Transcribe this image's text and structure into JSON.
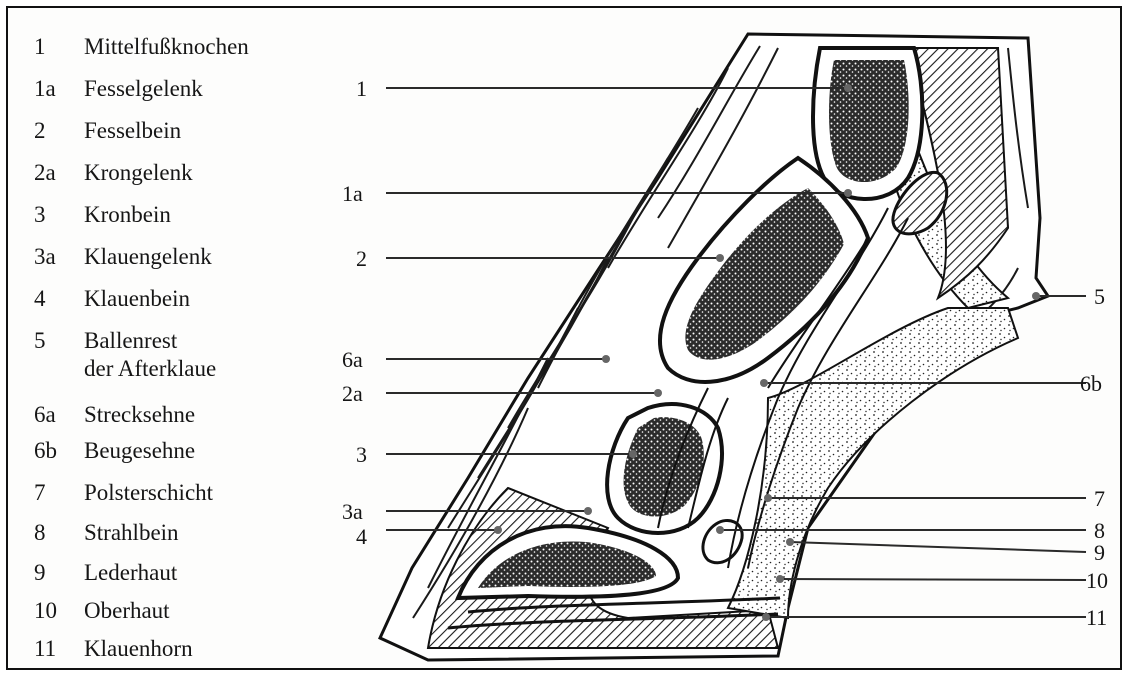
{
  "legend": {
    "items": [
      {
        "num": "1",
        "text": "Mittelfußknochen"
      },
      {
        "num": "1a",
        "text": "Fesselgelenk"
      },
      {
        "num": "2",
        "text": "Fesselbein"
      },
      {
        "num": "2a",
        "text": "Krongelenk"
      },
      {
        "num": "3",
        "text": "Kronbein"
      },
      {
        "num": "3a",
        "text": "Klauengelenk"
      },
      {
        "num": "4",
        "text": "Klauenbein"
      },
      {
        "num": "5",
        "text": "Ballenrest",
        "text2": "der Afterklaue"
      },
      {
        "num": "6a",
        "text": "Strecksehne"
      },
      {
        "num": "6b",
        "text": "Beugesehne"
      },
      {
        "num": "7",
        "text": "Polsterschicht"
      },
      {
        "num": "8",
        "text": "Strahlbein"
      },
      {
        "num": "9",
        "text": "Lederhaut"
      },
      {
        "num": "10",
        "text": "Oberhaut"
      },
      {
        "num": "11",
        "text": "Klauenhorn"
      }
    ]
  },
  "callouts": {
    "left": [
      "1",
      "1a",
      "2",
      "6a",
      "2a",
      "3",
      "3a",
      "4"
    ],
    "right": [
      "5",
      "6b",
      "7",
      "8",
      "9",
      "10",
      "11"
    ]
  },
  "colors": {
    "ink": "#161616",
    "bone": "#2b2b2b",
    "paper": "#fdfdfc"
  }
}
